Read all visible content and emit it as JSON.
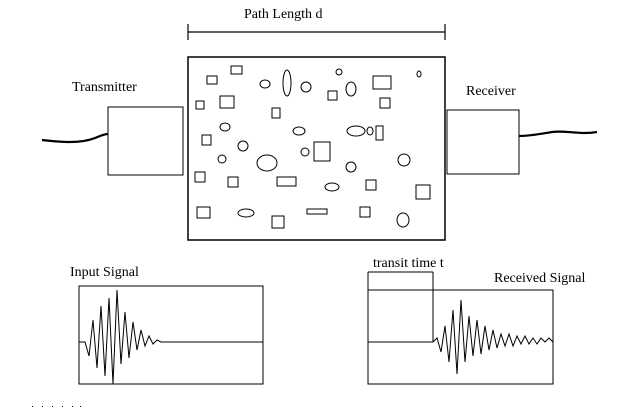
{
  "labels": {
    "path_length": "Path Length  d",
    "transmitter": "Transmitter",
    "receiver": "Receiver",
    "input_signal": "Input Signal",
    "transit_time": "transit time  t",
    "received_signal": "Received  Signal"
  },
  "colors": {
    "stroke": "#000000",
    "background": "#ffffff"
  }
}
